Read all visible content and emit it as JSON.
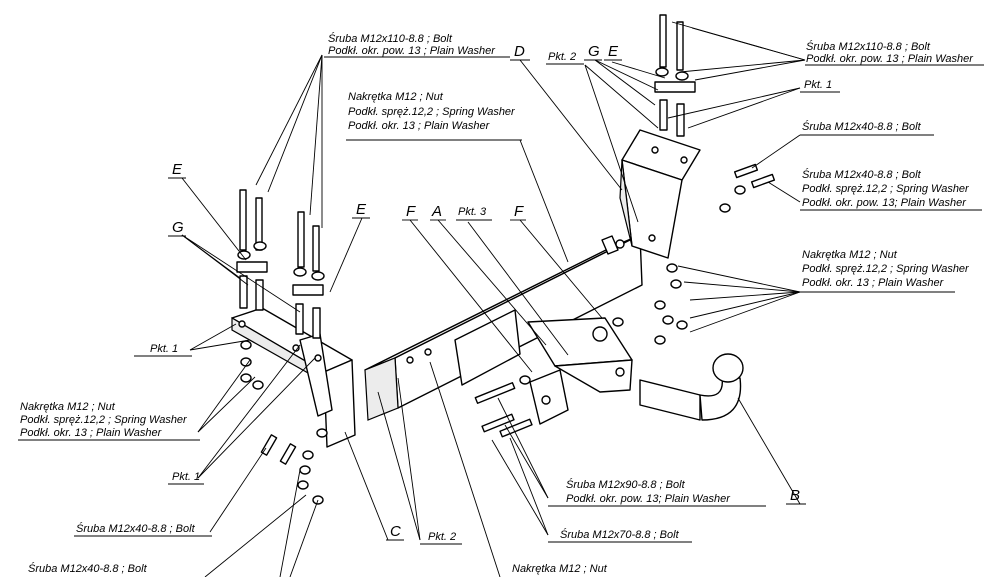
{
  "callouts": {
    "tl_bolt": [
      "Śruba M12x110-8.8 ; Bolt",
      "Podkł. okr. pow. 13 ; Plain Washer"
    ],
    "tr_bolt": [
      "Śruba M12x110-8.8 ; Bolt",
      "Podkł. okr. pow. 13 ; Plain Washer"
    ],
    "mid_nut": [
      "Nakrętka M12 ; Nut",
      "Podkł. spręż.12,2 ; Spring Washer",
      "Podkł. okr. 13 ; Plain Washer"
    ],
    "r_bolt40": [
      "Śruba M12x40-8.8 ; Bolt"
    ],
    "r_bolt40b": [
      "Śruba M12x40-8.8 ; Bolt",
      "Podkł. spręż.12,2 ; Spring Washer",
      "Podkł. okr. pow. 13; Plain Washer"
    ],
    "r_nut": [
      "Nakrętka M12 ; Nut",
      "Podkł. spręż.12,2 ; Spring Washer",
      "Podkł. okr. 13 ; Plain Washer"
    ],
    "l_nut": [
      "Nakrętka M12 ; Nut",
      "Podkł. spręż.12,2 ; Spring Washer",
      "Podkł. okr. 13 ; Plain Washer"
    ],
    "l_bolt40": [
      "Śruba M12x40-8.8 ; Bolt"
    ],
    "bl_bolt40": [
      "Śruba M12x40-8.8 ; Bolt"
    ],
    "bolt90": [
      "Śruba M12x90-8.8 ; Bolt",
      "Podkł. okr. pow. 13; Plain Washer"
    ],
    "bolt70": [
      "Śruba M12x70-8.8 ; Bolt"
    ],
    "b_nut": [
      "Nakrętka M12 ; Nut"
    ]
  },
  "pkt": {
    "p1a": "Pkt. 1",
    "p1b": "Pkt. 1",
    "p1c": "Pkt. 1",
    "p2a": "Pkt. 2",
    "p2b": "Pkt. 2",
    "p3": "Pkt. 3"
  },
  "letters": {
    "A": "A",
    "B": "B",
    "C": "C",
    "D": "D",
    "E1": "E",
    "E2": "E",
    "E3": "E",
    "F1": "F",
    "F2": "F",
    "G1": "G",
    "G2": "G"
  }
}
